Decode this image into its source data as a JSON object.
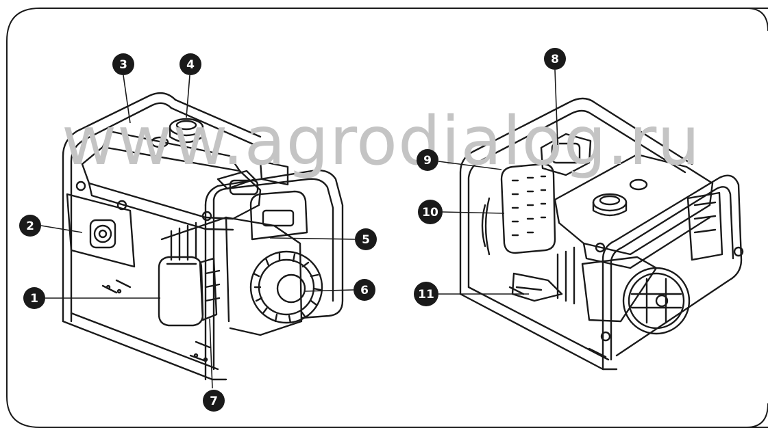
{
  "watermark": "www.agrodialog.ru",
  "callouts": [
    {
      "label": "1",
      "part": "generator-left"
    },
    {
      "label": "2",
      "part": "generator-left"
    },
    {
      "label": "3",
      "part": "generator-left"
    },
    {
      "label": "4",
      "part": "generator-left"
    },
    {
      "label": "5",
      "part": "generator-left"
    },
    {
      "label": "6",
      "part": "generator-left"
    },
    {
      "label": "7",
      "part": "generator-left"
    },
    {
      "label": "8",
      "part": "generator-right"
    },
    {
      "label": "9",
      "part": "generator-right"
    },
    {
      "label": "10",
      "part": "generator-right"
    },
    {
      "label": "11",
      "part": "generator-right"
    }
  ],
  "colors": {
    "line": "#1a1a1a",
    "watermark": "#c4c4c4",
    "badge": "#1a1a1a"
  }
}
